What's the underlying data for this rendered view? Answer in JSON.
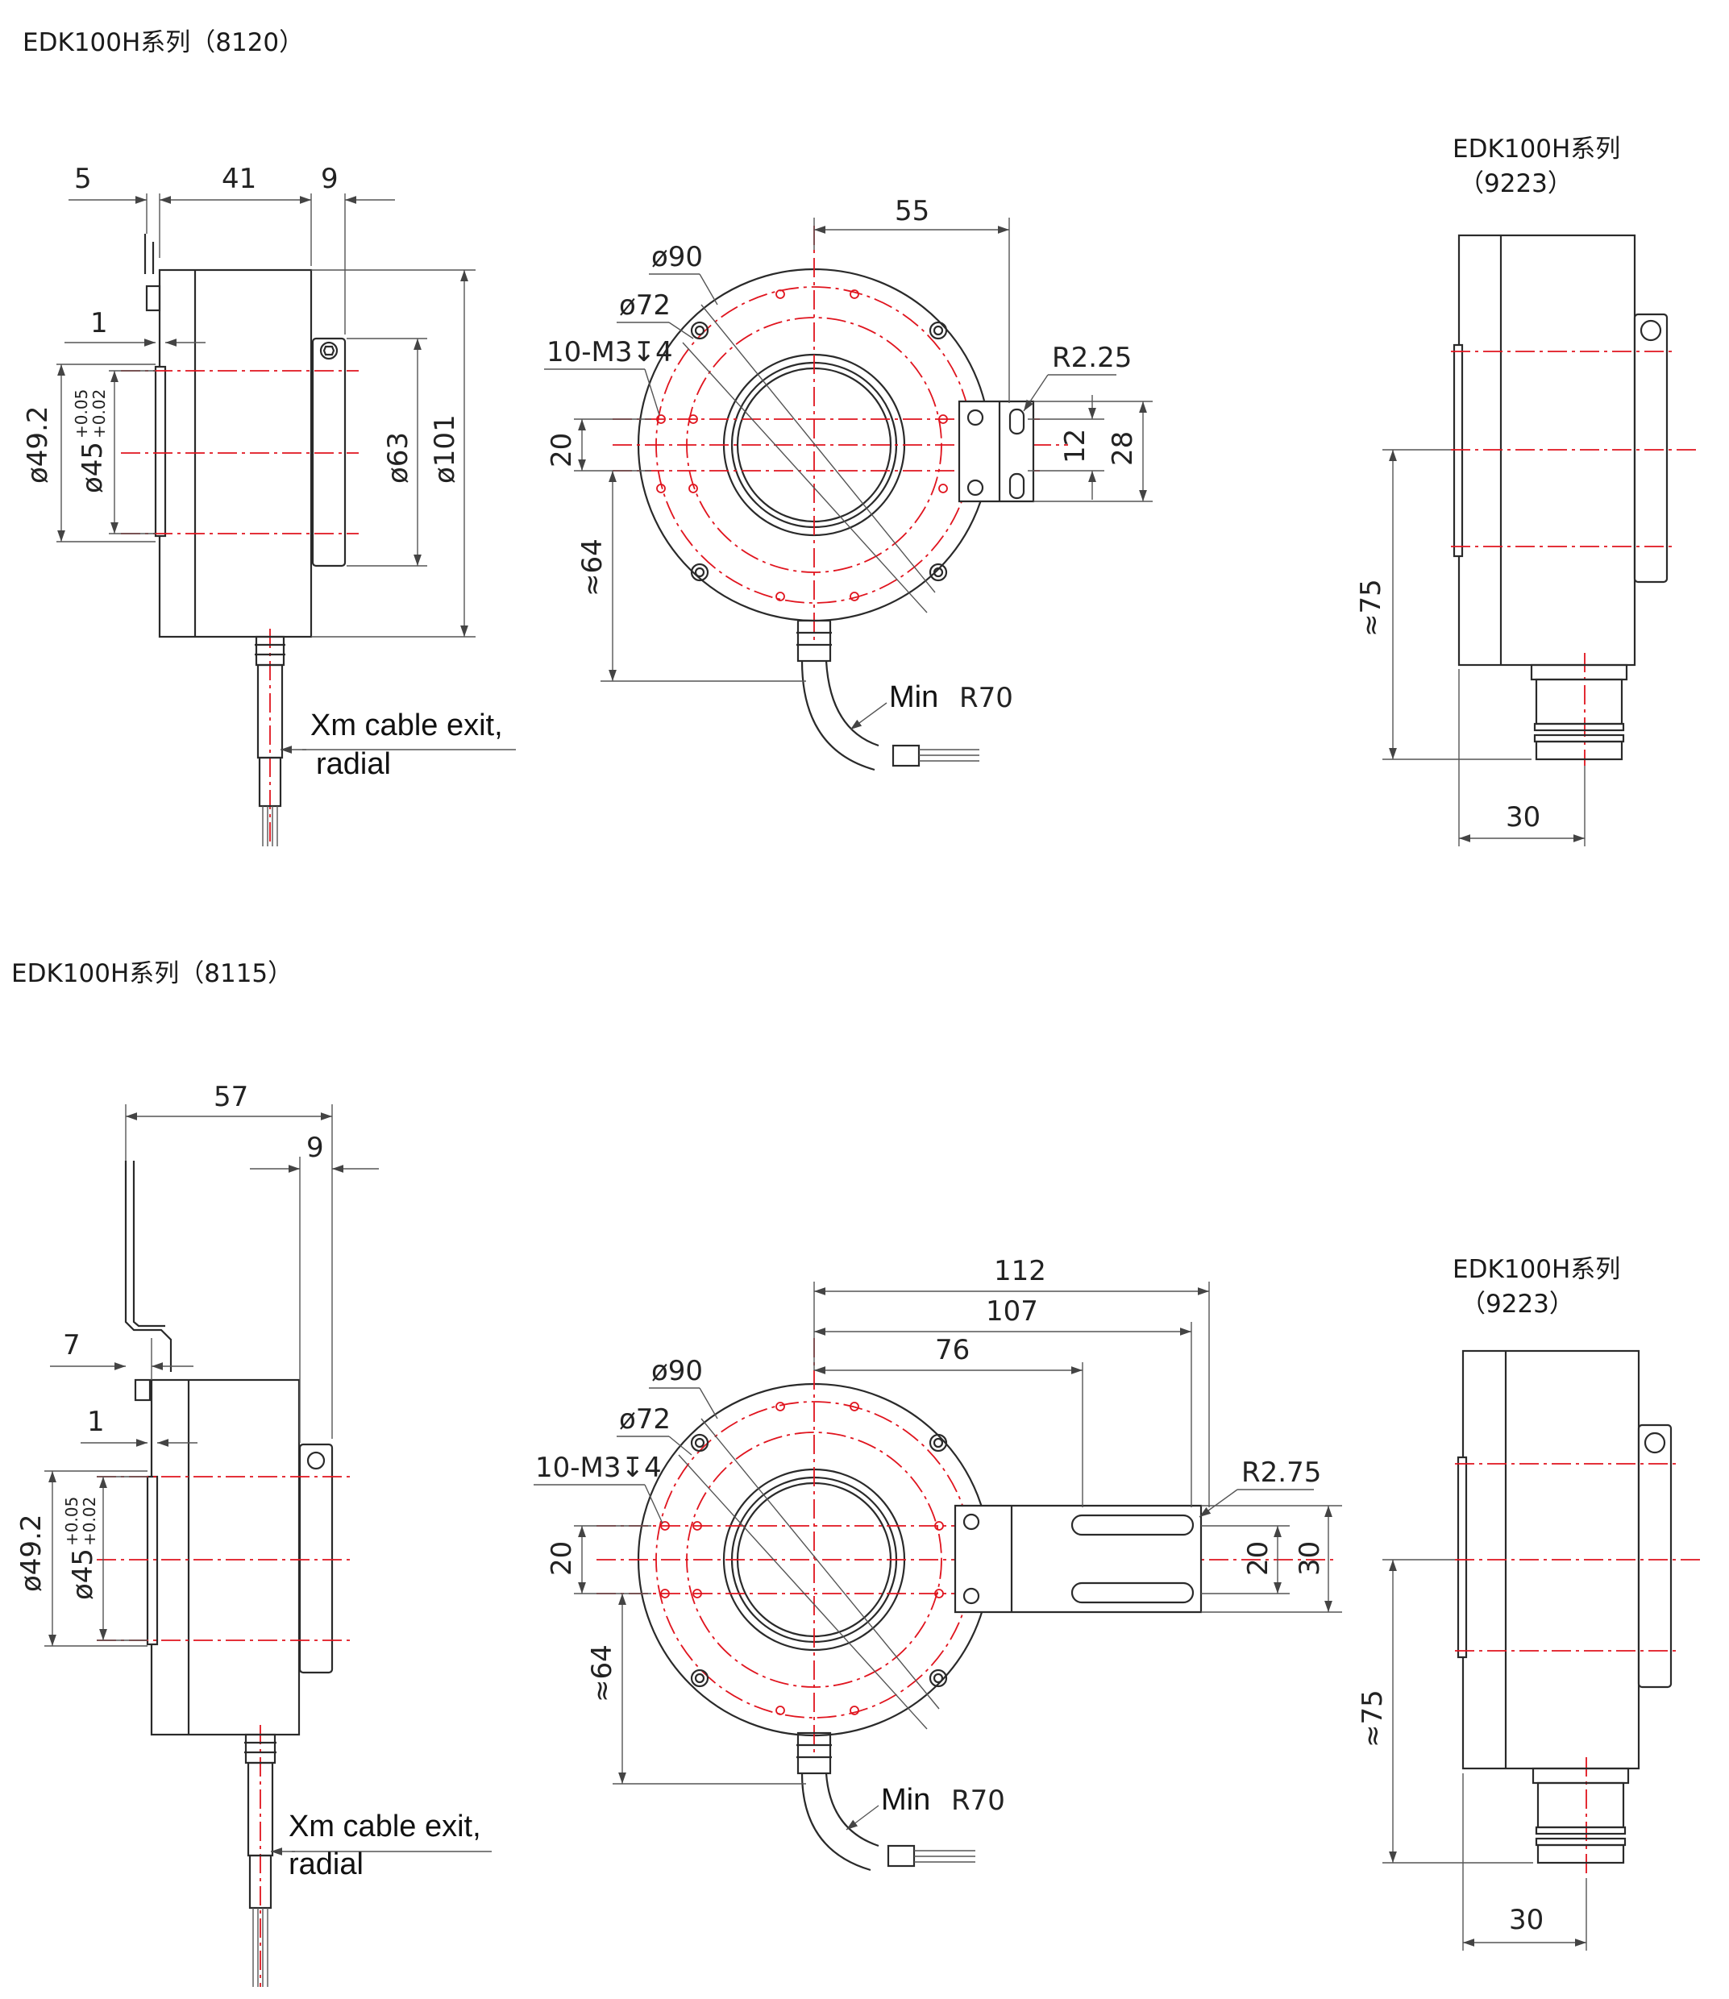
{
  "headers": {
    "section1": "EDK100H系列（8120）",
    "section2": "EDK100H系列（8115）",
    "side1_line1": "EDK100H系列",
    "side1_line2": "（9223）",
    "side2_line1": "EDK100H系列",
    "side2_line2": "（9223）"
  },
  "drawing1": {
    "dims": {
      "d5": "5",
      "d41": "41",
      "d9": "9",
      "d1": "1",
      "d49": "ø49.2",
      "d45": "ø45",
      "d45_tol_upper": "+0.05",
      "d45_tol_lower": "+0.02",
      "d63": "ø63",
      "d101": "ø101"
    },
    "cable_note_line1": "Xm cable exit,",
    "cable_note_line2": "radial"
  },
  "drawing2": {
    "dims": {
      "d55": "55",
      "d90": "ø90",
      "d72": "ø72",
      "holes": "10-M3↧4",
      "r": "R2.25",
      "d20": "20",
      "d12": "12",
      "d28": "28",
      "d64": "≈64"
    },
    "min_label": "Min",
    "min_radius": "R70"
  },
  "drawing3": {
    "dims": {
      "d75": "≈75",
      "d30": "30"
    }
  },
  "drawing4": {
    "dims": {
      "d57": "57",
      "d9": "9",
      "d7": "7",
      "d1": "1",
      "d49": "ø49.2",
      "d45": "ø45",
      "d45_tol_upper": "+0.05",
      "d45_tol_lower": "+0.02"
    },
    "cable_note_line1": "Xm cable exit,",
    "cable_note_line2": "radial"
  },
  "drawing5": {
    "dims": {
      "d112": "112",
      "d107": "107",
      "d76": "76",
      "d90": "ø90",
      "d72": "ø72",
      "holes": "10-M3↧4",
      "r": "R2.75",
      "d20a": "20",
      "d20b": "20",
      "d30": "30",
      "d64": "≈64"
    },
    "min_label": "Min",
    "min_radius": "R70"
  },
  "drawing6": {
    "dims": {
      "d75": "≈75",
      "d30": "30"
    }
  },
  "colors": {
    "outline": "#2a2a2a",
    "centerline": "#e0141e",
    "dimension": "#555555"
  }
}
